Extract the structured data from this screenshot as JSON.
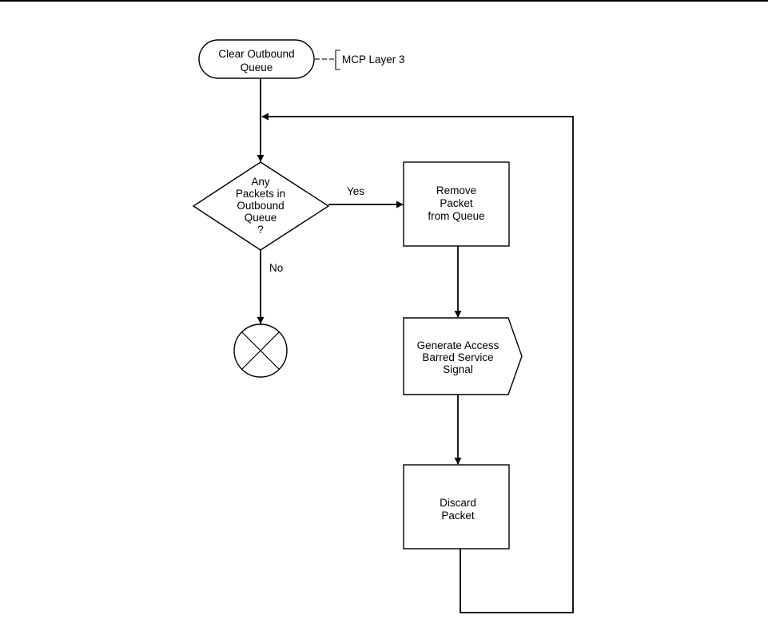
{
  "diagram": {
    "nodes": {
      "start": {
        "lines": [
          "Clear Outbound",
          "Queue"
        ]
      },
      "annotation": {
        "text": "MCP Layer 3"
      },
      "decision": {
        "lines": [
          "Any",
          "Packets in",
          "Outbound",
          "Queue",
          "?"
        ]
      },
      "remove": {
        "lines": [
          "Remove",
          "Packet",
          "from Queue"
        ]
      },
      "signal": {
        "lines": [
          "Generate Access",
          "Barred Service",
          "Signal"
        ]
      },
      "discard": {
        "lines": [
          "Discard",
          "Packet"
        ]
      }
    },
    "edges": {
      "yes_label": "Yes",
      "no_label": "No"
    }
  }
}
